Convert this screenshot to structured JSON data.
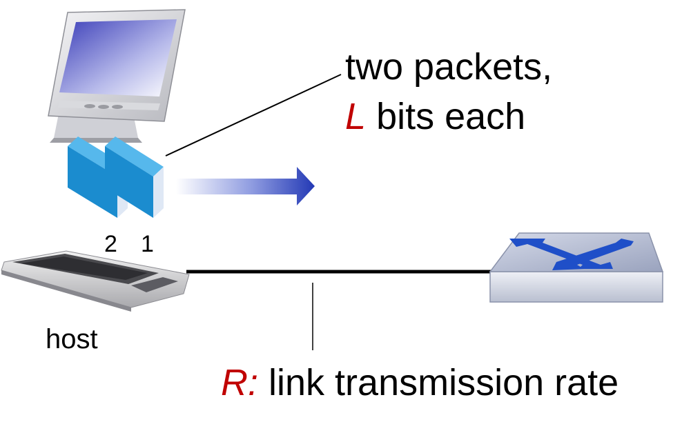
{
  "packets_label": "two packets,",
  "bits_symbol": "L",
  "bits_label": "bits each",
  "packet_numbers": [
    "2",
    "1"
  ],
  "host_label": "host",
  "rate_symbol": "R:",
  "rate_label": "link transmission rate",
  "colors": {
    "symbol": "#c00000",
    "packet": "#1b8ccf",
    "arrow": "#2a3fae",
    "link": "#000000",
    "switch_top": "#a8b2cc",
    "switch_arrows": "#1f4fc8"
  },
  "icons": [
    "desktop-monitor-icon",
    "keyboard-icon",
    "packet-switch-icon"
  ]
}
